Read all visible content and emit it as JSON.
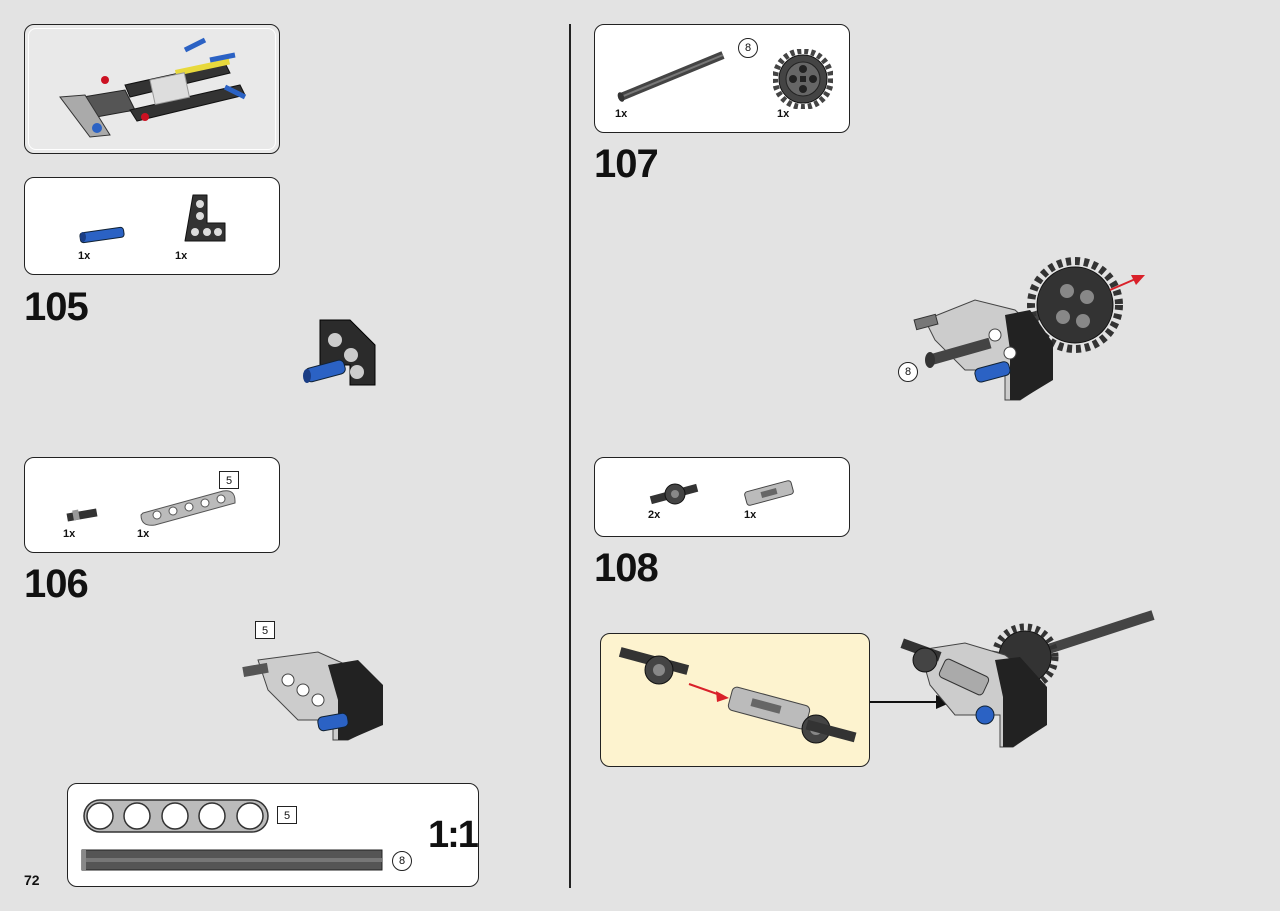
{
  "page": {
    "number": "72"
  },
  "left": {
    "step105": {
      "number": "105",
      "parts": [
        {
          "qty": "1x",
          "icon": "blue-pin-icon"
        },
        {
          "qty": "1x",
          "icon": "black-angle-beam-icon"
        }
      ]
    },
    "step106": {
      "number": "106",
      "parts": [
        {
          "qty": "1x",
          "icon": "axle-connector-icon"
        },
        {
          "qty": "1x",
          "icon": "grey-beam-5-icon",
          "length": "5"
        }
      ],
      "callout_length": "5"
    },
    "scale_box": {
      "label": "1:1",
      "beam_length": "5",
      "axle_length": "8"
    }
  },
  "right": {
    "step107": {
      "number": "107",
      "parts": [
        {
          "qty": "1x",
          "icon": "axle-8-icon",
          "length": "8"
        },
        {
          "qty": "1x",
          "icon": "gear-24-icon"
        }
      ],
      "callout_length": "8"
    },
    "step108": {
      "number": "108",
      "parts": [
        {
          "qty": "2x",
          "icon": "universal-joint-half-icon"
        },
        {
          "qty": "1x",
          "icon": "joint-center-icon"
        }
      ]
    }
  },
  "colors": {
    "background": "#e3e3e3",
    "accent_red": "#d9212a",
    "blue": "#2b62c4",
    "callout_bg": "#fdf3cf"
  }
}
